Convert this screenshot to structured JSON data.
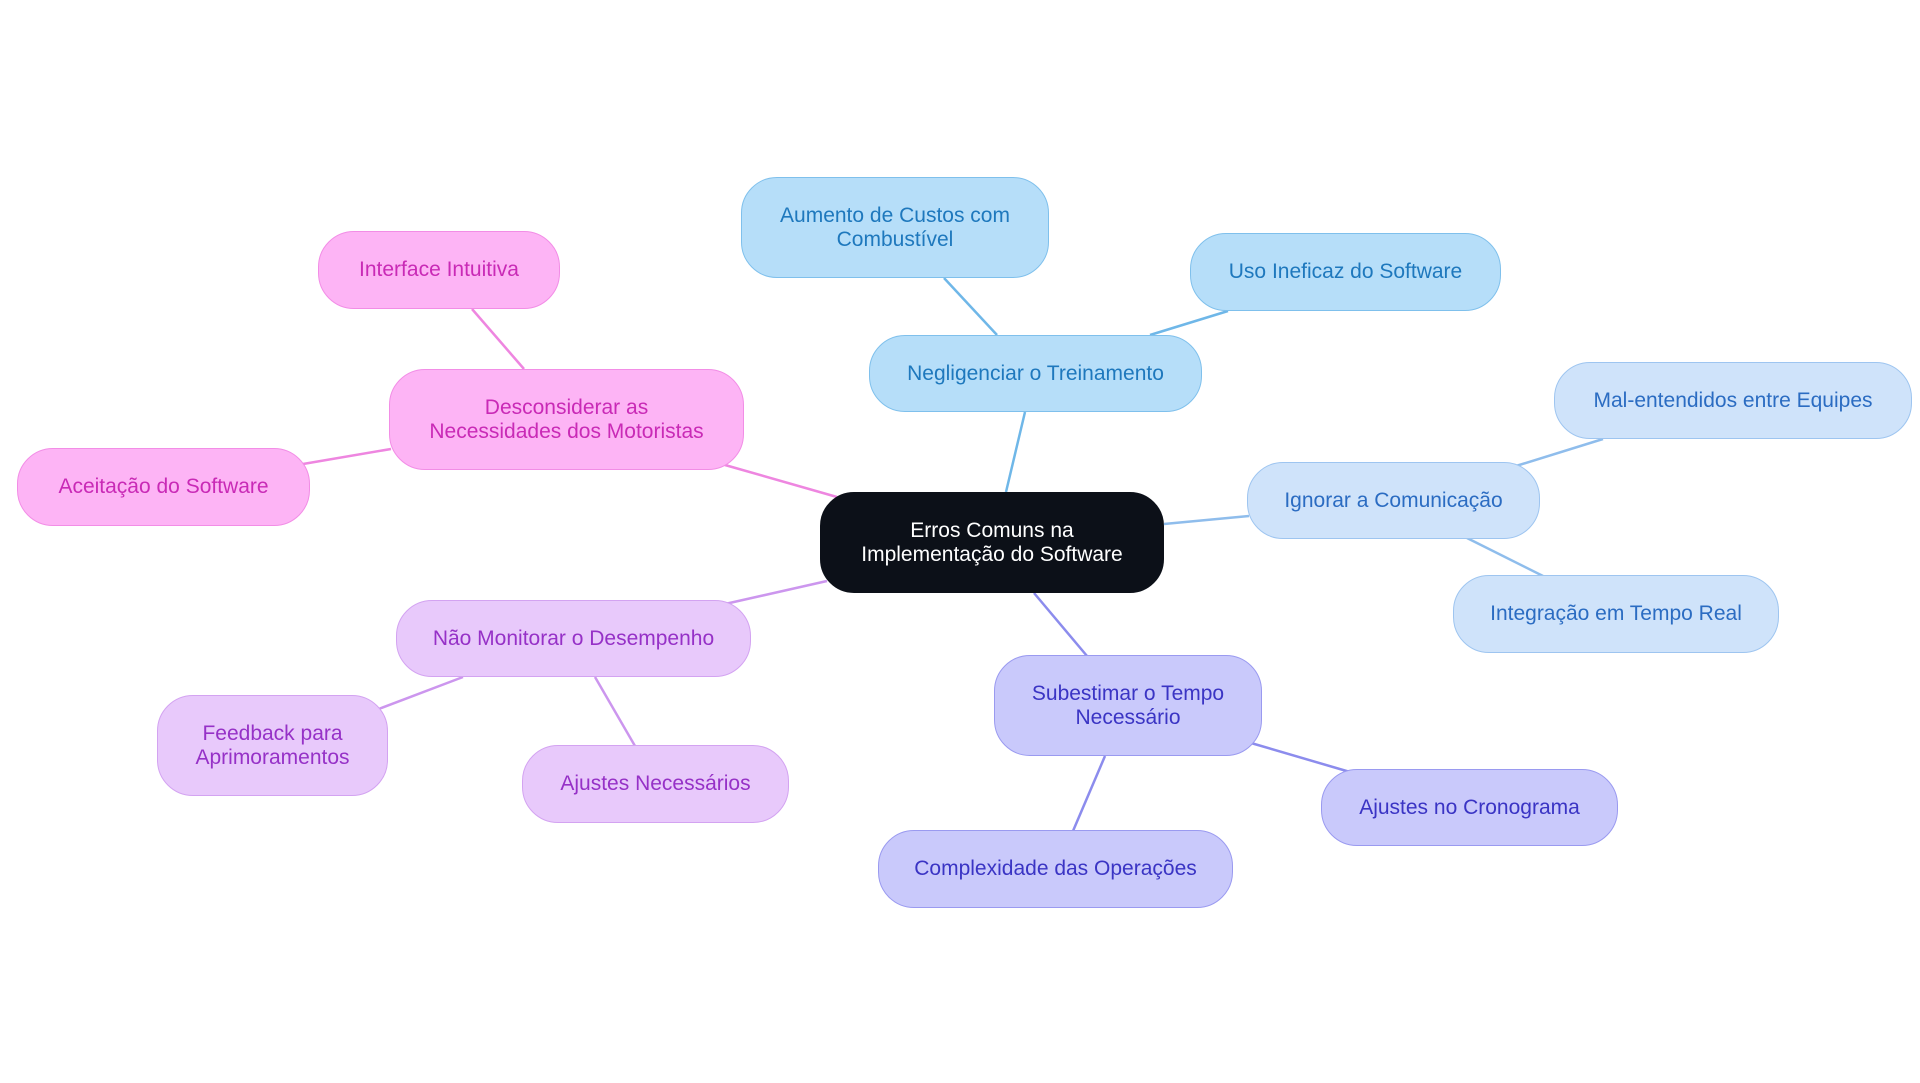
{
  "diagram": {
    "type": "mindmap",
    "root": {
      "id": "root",
      "label": "Erros Comuns na\nImplementação do Software"
    },
    "branches": [
      {
        "id": "b1",
        "label": "Negligenciar o Treinamento",
        "color_fill": "#b6def9",
        "color_text": "#1e78bd",
        "color_line": "#6fb7e8",
        "children": [
          {
            "id": "b1c1",
            "label": "Aumento de Custos com\nCombustível"
          },
          {
            "id": "b1c2",
            "label": "Uso Ineficaz do Software"
          }
        ]
      },
      {
        "id": "b2",
        "label": "Ignorar a Comunicação",
        "color_fill": "#cfe3fa",
        "color_text": "#2b6cc2",
        "color_line": "#8fbdec",
        "children": [
          {
            "id": "b2c1",
            "label": "Mal-entendidos entre Equipes"
          },
          {
            "id": "b2c2",
            "label": "Integração em Tempo Real"
          }
        ]
      },
      {
        "id": "b3",
        "label": "Subestimar o Tempo\nNecessário",
        "color_fill": "#c9c9fb",
        "color_text": "#3a34c4",
        "color_line": "#8c8ced",
        "children": [
          {
            "id": "b3c1",
            "label": "Ajustes no Cronograma"
          },
          {
            "id": "b3c2",
            "label": "Complexidade das Operações"
          }
        ]
      },
      {
        "id": "b4",
        "label": "Não Monitorar o Desempenho",
        "color_fill": "#e8c9fb",
        "color_text": "#9631c7",
        "color_line": "#cc96ee",
        "children": [
          {
            "id": "b4c1",
            "label": "Feedback para\nAprimoramentos"
          },
          {
            "id": "b4c2",
            "label": "Ajustes Necessários"
          }
        ]
      },
      {
        "id": "b5",
        "label": "Desconsiderar as\nNecessidades dos Motoristas",
        "color_fill": "#fdb4f5",
        "color_text": "#c92ab6",
        "color_line": "#ee86e0",
        "children": [
          {
            "id": "b5c1",
            "label": "Interface Intuitiva"
          },
          {
            "id": "b5c2",
            "label": "Aceitação do Software"
          }
        ]
      }
    ]
  }
}
